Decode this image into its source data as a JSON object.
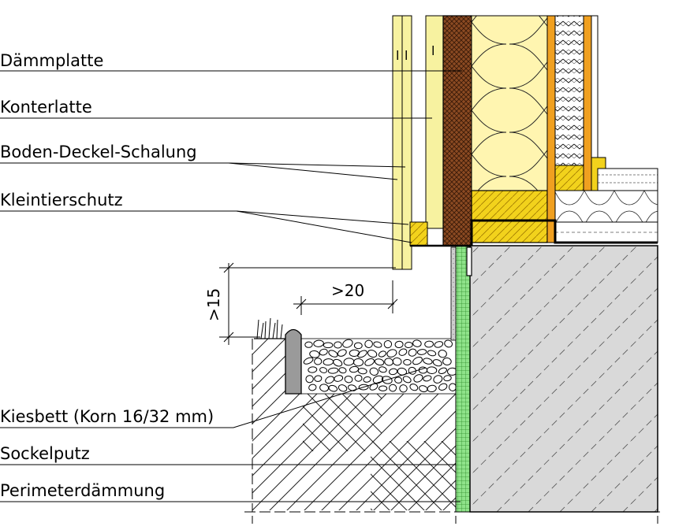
{
  "labels": {
    "daemmplatte": "Dämmplatte",
    "konterlatte": "Konterlatte",
    "boden_deckel": "Boden-Deckel-Schalung",
    "kleintierschutz": "Kleintierschutz",
    "kiesbett": "Kiesbett (Korn 16/32 mm)",
    "sockelputz": "Sockelputz",
    "perimeter": "Perimeterdämmung"
  },
  "dimensions": {
    "vertical": ">15",
    "horizontal": ">20"
  },
  "colors": {
    "insulation": "#fff5b0",
    "wood_board": "#f7f2a0",
    "fibre_board": "#8b4a22",
    "yellow_timber": "#f2d21c",
    "orange_timber": "#f0a020",
    "perimeter_insulation": "#8fe38a",
    "concrete": "#d9d9d9",
    "gravel_stroke": "#000000",
    "edging": "#9a9a9a"
  }
}
